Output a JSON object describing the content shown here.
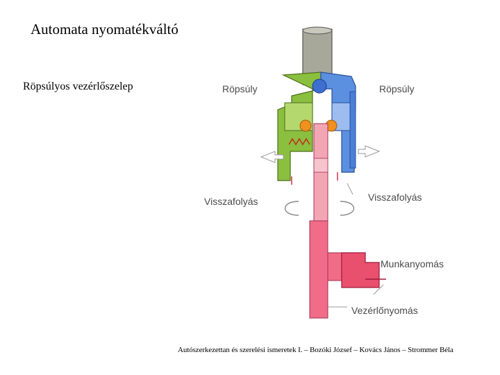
{
  "page": {
    "title": "Automata nyomatékváltó",
    "subtitle": "Röpsúlyos vezérlőszelep",
    "credit": "Autószerkezettan és szerelési ismeretek I. – Bozóki József – Kovács János – Strommer Béla"
  },
  "diagram": {
    "labels": {
      "flyweight_left": "Röpsúly",
      "flyweight_right": "Röpsúly",
      "return_left": "Visszafolyás",
      "return_right": "Visszafolyás",
      "working_pressure": "Munkanyomás",
      "control_pressure": "Vezérlőnyomás"
    },
    "colors": {
      "housing_left": "#8bbf3f",
      "housing_right": "#5b8fe0",
      "shaft": "#a8a89a",
      "pressure": "#e8506e",
      "valve_body": "#f2a6b4",
      "ball": "#f0901e",
      "label": "#4a4a4a"
    }
  }
}
